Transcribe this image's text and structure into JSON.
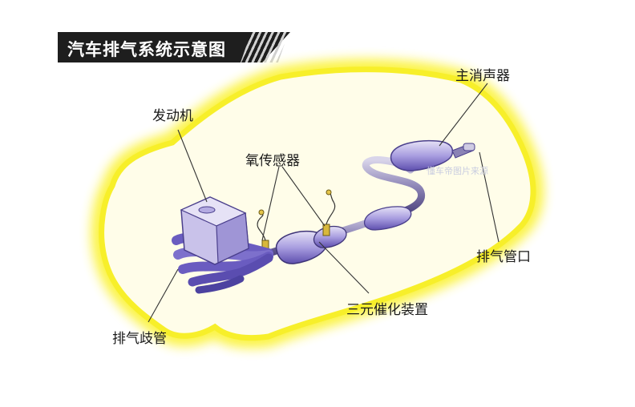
{
  "title": "汽车排气系统示意图",
  "labels": {
    "engine": "发动机",
    "oxygen_sensor": "氧传感器",
    "main_muffler": "主消声器",
    "tailpipe": "排气管口",
    "catalytic_converter": "三元催化装置",
    "exhaust_manifold": "排气歧管"
  },
  "watermark": "懂车帝图片来源",
  "colors": {
    "car_glow": "#fbf33a",
    "car_body_fill": "#fffde6",
    "component_purple": "#a99ee0",
    "component_dark": "#5e4fae",
    "title_bar": "#1e1e1e"
  }
}
